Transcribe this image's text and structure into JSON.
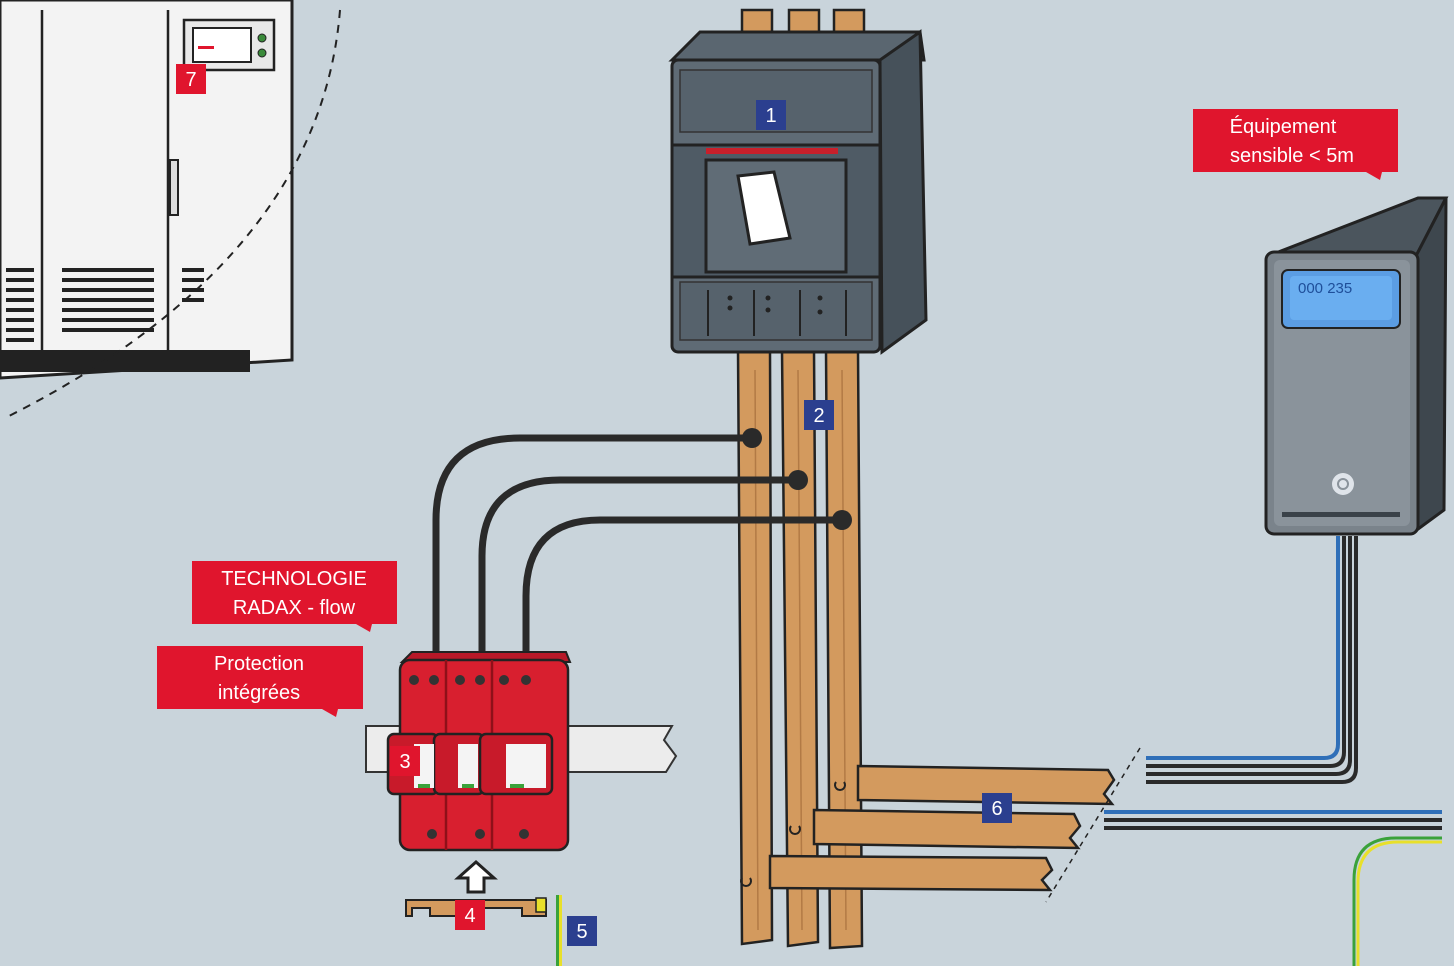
{
  "markers": {
    "m1": "1",
    "m2": "2",
    "m3": "3",
    "m4": "4",
    "m5": "5",
    "m6": "6",
    "m7": "7"
  },
  "callouts": {
    "sensitive_line1": "Équipement",
    "sensitive_line2": "sensible < 5m",
    "technology_line1": "TECHNOLOGIE",
    "technology_line2": "RADAX - flow",
    "protection_line1": "Protection",
    "protection_line2": "intégrées"
  },
  "equipment": {
    "display_value": "000 235"
  },
  "colors": {
    "background": "#c9d4db",
    "callout_red": "#e0152d",
    "marker_blue": "#2b3f8f",
    "marker_red": "#e0152d",
    "copper": "#d39a5e",
    "breaker_gray": "#5a6670",
    "spd_red": "#d81f2f",
    "cable_black": "#2a2a2a",
    "cable_blue": "#2f6fb8",
    "earth_yellow": "#e8e02a",
    "earth_green": "#3aa23a"
  }
}
